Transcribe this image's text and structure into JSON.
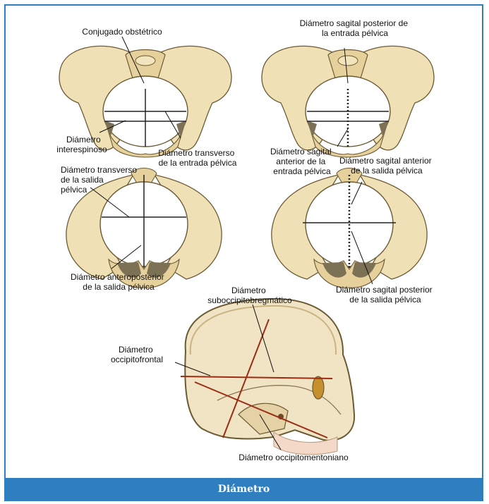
{
  "caption": "Diámetro",
  "labels": {
    "conjugado": "Conjugado obstétrico",
    "sag_post_entrada_1": "Diámetro sagital posterior de",
    "sag_post_entrada_2": "la entrada pélvica",
    "interespinoso_1": "Diámetro",
    "interespinoso_2": "interespinoso",
    "transv_entrada_1": "Diámetro transverso",
    "transv_entrada_2": "de la entrada pélvica",
    "sag_ant_entrada_1": "Diámetro sagital",
    "sag_ant_entrada_2": "anterior de la",
    "sag_ant_entrada_3": "entrada pélvica",
    "transv_salida_1": "Diámetro transverso",
    "transv_salida_2": "de la salida",
    "transv_salida_3": "pélvica",
    "sag_ant_salida_1": "Diámetro sagital anterior",
    "sag_ant_salida_2": "de la salida pélvica",
    "anteropost_1": "Diámetro anteroposterior",
    "anteropost_2": "de la salida pélvica",
    "sag_post_salida_1": "Diámetro sagital posterior",
    "sag_post_salida_2": "de la salida pélvica",
    "subocc_1": "Diámetro",
    "subocc_2": "suboccipitobregmático",
    "occfront_1": "Diámetro",
    "occfront_2": "occipitofrontal",
    "occment": "Diámetro occipitomentoniano"
  }
}
